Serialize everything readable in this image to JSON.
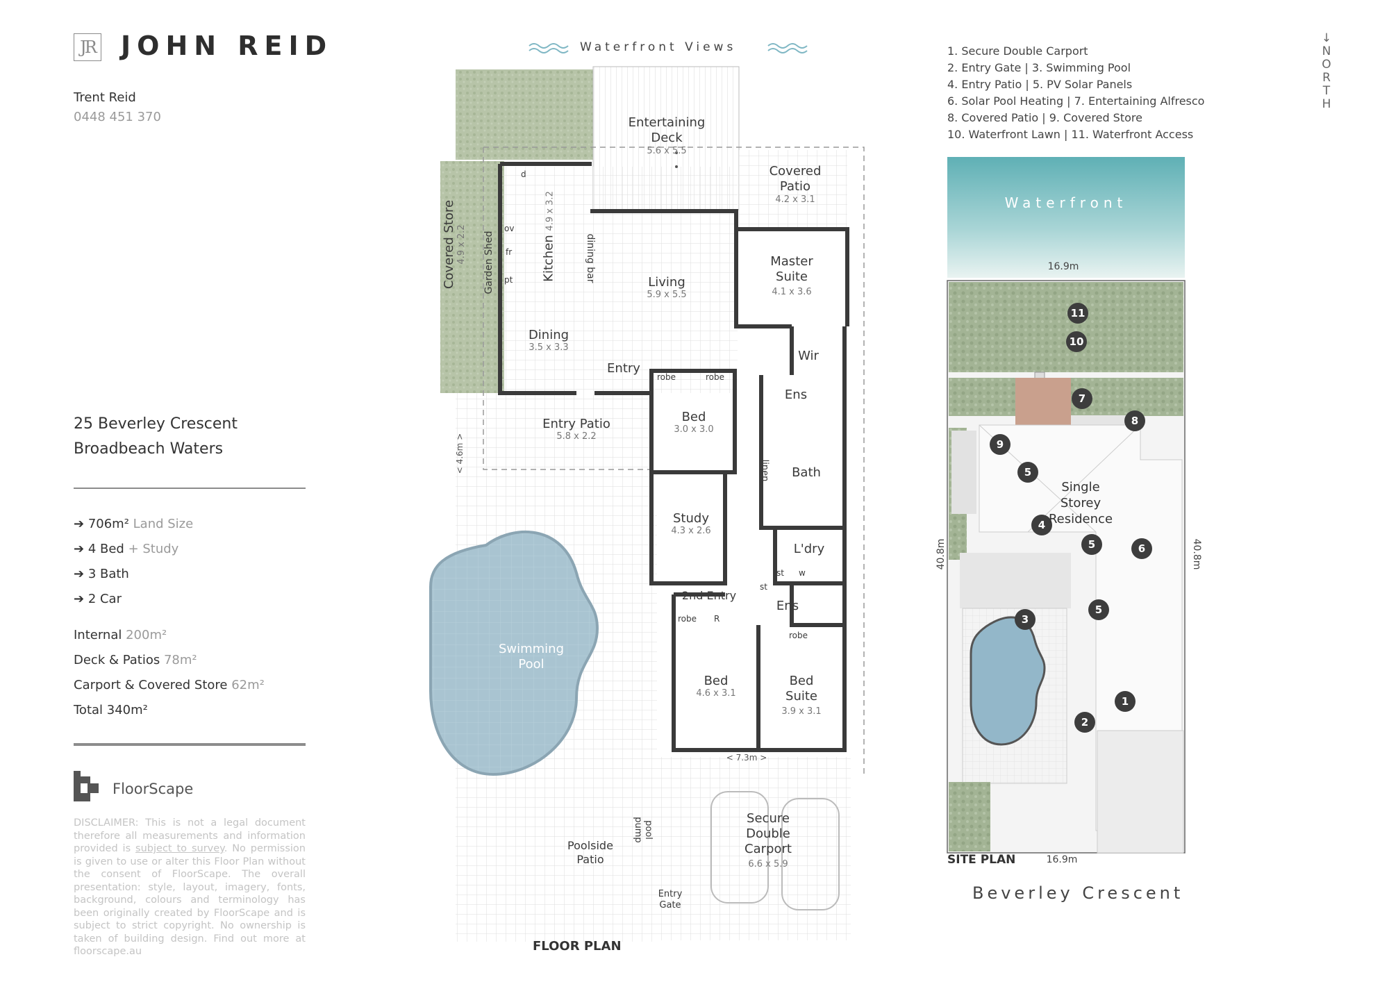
{
  "brand": {
    "monogram": "JR",
    "name": "JOHN REID"
  },
  "agent": {
    "name": "Trent Reid",
    "phone": "0448 451 370"
  },
  "address": {
    "line1": "25 Beverley Crescent",
    "line2": "Broadbeach Waters"
  },
  "features": [
    {
      "value": "706m²",
      "muted": " Land Size"
    },
    {
      "value": "4 Bed",
      "muted": " + Study"
    },
    {
      "value": "3 Bath",
      "muted": ""
    },
    {
      "value": "2 Car",
      "muted": ""
    }
  ],
  "areas": [
    {
      "label": "Internal ",
      "value": "200m²"
    },
    {
      "label": "Deck & Patios ",
      "value": "78m²"
    },
    {
      "label": "Carport & Covered Store ",
      "value": "62m²"
    },
    {
      "label": "Total 340m²",
      "value": ""
    }
  ],
  "floorscape": {
    "name": "FloorScape"
  },
  "disclaimer": {
    "part1": "DISCLAIMER: This is not a legal document therefore all measurements and information provided is ",
    "link": "subject to survey",
    "part2": ". No permission is given to use or alter this Floor Plan without the consent of FloorScape. The overall presentation: style, layout, imagery, fonts, background, colours and terminology has been originally created by FloorScape and is subject to strict copyright. No ownership is taken of building design. Find out more at floorscape.au"
  },
  "floor_plan": {
    "title": "FLOOR PLAN",
    "header": "Waterfront Views",
    "rooms": [
      {
        "name": "Entertaining",
        "name2": "Deck",
        "dim": "5.6 x 5.5"
      },
      {
        "name": "Covered",
        "name2": "Patio",
        "dim": "4.2 x 3.1"
      },
      {
        "name": "Covered Store",
        "dim": "4.9 x 2.2"
      },
      {
        "name": "Garden Shed"
      },
      {
        "name": "Kitchen",
        "dim": "4.9 x 3.2"
      },
      {
        "name": "dining bar"
      },
      {
        "name": "Living",
        "dim": "5.9 x 5.5"
      },
      {
        "name": "Master",
        "name2": "Suite",
        "dim": "4.1 x 3.6"
      },
      {
        "name": "Dining",
        "dim": "3.5 x 3.3"
      },
      {
        "name": "Entry"
      },
      {
        "name": "Wir"
      },
      {
        "name": "Ens"
      },
      {
        "name": "Bed",
        "dim": "3.0 x 3.0"
      },
      {
        "name": "Entry Patio",
        "dim": "5.8 x 2.2"
      },
      {
        "name": "Bath"
      },
      {
        "name": "linen"
      },
      {
        "name": "Study",
        "dim": "4.3 x 2.6"
      },
      {
        "name": "L'dry"
      },
      {
        "name": "Swimming",
        "name2": "Pool"
      },
      {
        "name": "2nd Entry"
      },
      {
        "name": "Ens"
      },
      {
        "name": "Bed",
        "dim": "4.6 x 3.1"
      },
      {
        "name": "Bed",
        "name2": "Suite",
        "dim": "3.9 x 3.1"
      },
      {
        "name": "Secure",
        "name2": "Double",
        "name3": "Carport",
        "dim": "6.6 x 5.9"
      },
      {
        "name": "Poolside",
        "name2": "Patio"
      },
      {
        "name": "pool",
        "name2": "pump"
      },
      {
        "name": "Entry",
        "name2": "Gate"
      }
    ],
    "fixtures": [
      "d",
      "ov",
      "fr",
      "pt",
      "robe",
      "robe",
      "st",
      "w",
      "st",
      "robe",
      "R",
      "robe"
    ],
    "dims": {
      "side": "< 4.6m >",
      "bottom": "< 7.3m >"
    }
  },
  "legend": [
    "1. Secure Double Carport",
    "2. Entry Gate  |  3. Swimming Pool",
    "4. Entry Patio  |  5. PV Solar Panels",
    "6. Solar Pool Heating  |  7. Entertaining Alfresco",
    "8. Covered Patio  |  9. Covered Store",
    "10. Waterfront Lawn  |  11. Waterfront Access"
  ],
  "north": {
    "letters": [
      "N",
      "O",
      "R",
      "T",
      "H"
    ]
  },
  "site_plan": {
    "waterfront": "Waterfront",
    "width_top": "16.9m",
    "width_bottom": "16.9m",
    "depth_left": "40.8m",
    "depth_right": "40.8m",
    "residence": [
      "Single",
      "Storey",
      "Residence"
    ],
    "markers": [
      "11",
      "10",
      "7",
      "8",
      "9",
      "5",
      "4",
      "5",
      "6",
      "3",
      "5",
      "1",
      "2"
    ],
    "label": "SITE PLAN",
    "street": "Beverley Crescent"
  },
  "colors": {
    "lawn": "#a9b89a",
    "pool": "#a8c3d0",
    "water": "#6cb8bb",
    "deck": "#caa08c",
    "wall": "#3a3a3a",
    "marker": "#3d3d3d"
  }
}
